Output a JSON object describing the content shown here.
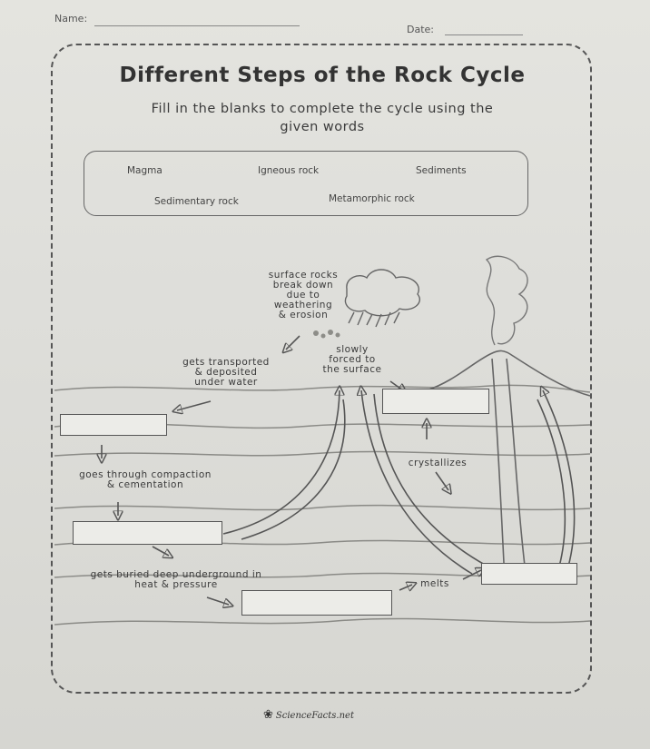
{
  "header": {
    "name_label": "Name:",
    "date_label": "Date:"
  },
  "title": "Different Steps of the Rock Cycle",
  "instructions": {
    "line1": "Fill in the blanks to complete the cycle using the",
    "line2": "given words"
  },
  "word_bank": [
    "Magma",
    "Igneous rock",
    "Sediments",
    "Sedimentary rock",
    "Metamorphic rock"
  ],
  "diagram_labels": {
    "weathering": [
      "surface rocks",
      "break down",
      "due to",
      "weathering",
      "& erosion"
    ],
    "transported": [
      "gets transported",
      "& deposited",
      "under water"
    ],
    "forced": [
      "slowly",
      "forced to",
      "the surface"
    ],
    "crystallizes": "crystallizes",
    "compaction": [
      "goes through compaction",
      "& cementation"
    ],
    "buried": [
      "gets buried deep underground in",
      "heat & pressure"
    ],
    "melts": "melts"
  },
  "footer": {
    "brand": "ScienceFacts.net"
  }
}
